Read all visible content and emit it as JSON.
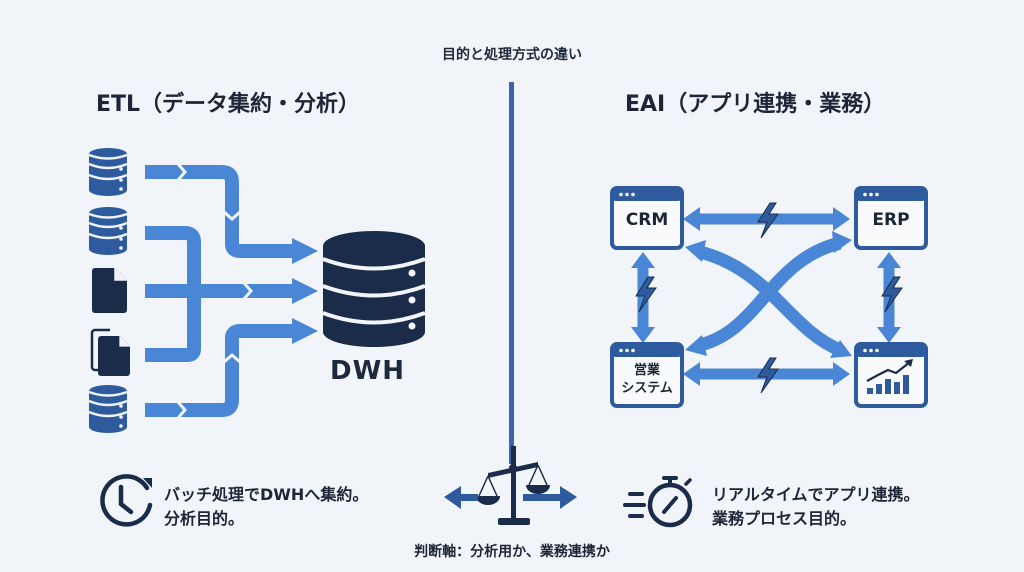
{
  "header": {
    "title": "目的と処理方式の違い"
  },
  "colors": {
    "background": "#f1f4f8",
    "arrow": "#4a86d6",
    "dark": "#1b2c4a",
    "accent": "#3b65a8",
    "text": "#1c2636"
  },
  "etl": {
    "title": "ETL（データ集約・分析）",
    "sources": [
      {
        "icon": "database-icon"
      },
      {
        "icon": "database-icon"
      },
      {
        "icon": "file-icon"
      },
      {
        "icon": "files-copy-icon"
      },
      {
        "icon": "database-icon"
      }
    ],
    "target": {
      "icon": "database-icon",
      "label": "DWH"
    },
    "caption_lines": [
      "バッチ処理でDWHへ集約。",
      "分析目的。"
    ],
    "caption_icon": "clock-refresh-icon"
  },
  "eai": {
    "title": "EAI（アプリ連携・業務）",
    "apps": [
      {
        "label": "CRM"
      },
      {
        "label": "ERP"
      },
      {
        "label_lines": [
          "営業",
          "システム"
        ]
      },
      {
        "icon": "chart-growth-icon"
      }
    ],
    "link_icon": "lightning-icon",
    "caption_lines": [
      "リアルタイムでアプリ連携。",
      "業務プロセス目的。"
    ],
    "caption_icon": "stopwatch-icon"
  },
  "footer": {
    "icon": "balance-scale-icon",
    "caption": "判断軸：分析用か、業務連携か"
  }
}
